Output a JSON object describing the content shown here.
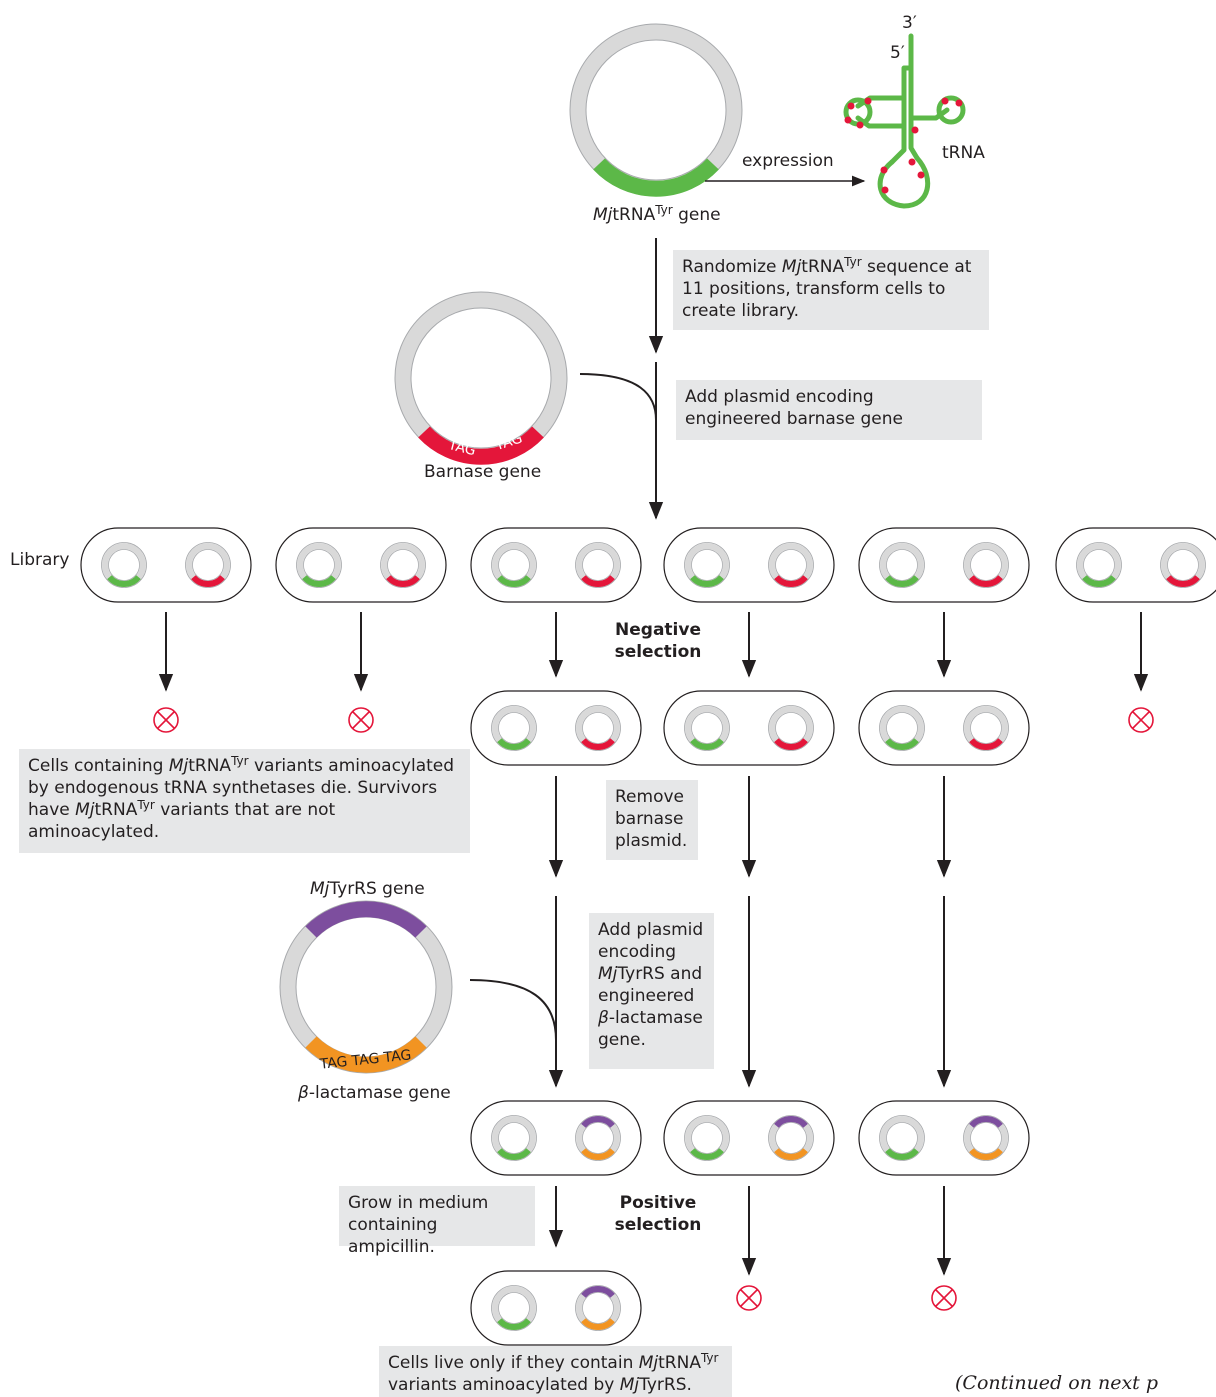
{
  "colors": {
    "trna_green": "#5cb848",
    "barnase_red": "#e4163a",
    "tyrrs_purple": "#7d4e9e",
    "lactamase_orange": "#f29422",
    "plasmid_gray": "#d9d9d9",
    "box_gray": "#e6e7e8",
    "death_marker": "#e4163a",
    "mutation_dot": "#e4163a"
  },
  "trna_gene": {
    "italic": "Mj",
    "text": "tRNA",
    "sup": "Tyr",
    "suffix": " gene",
    "expression": "expression",
    "trna_label": "tRNA",
    "end3": "3′",
    "end5": "5′"
  },
  "steps": {
    "randomize": "Randomize MjtRNATyr sequence at 11 positions, transform cells to create library.",
    "add_barnase": "Add plasmid encoding engineered barnase gene",
    "negative_death": "Cells containing MjtRNATyr variants aminoacylated by endogenous tRNA synthetases die. Survivors have MjtRNATyr variants that are not aminoacylated.",
    "remove": "Remove barnase plasmid.",
    "add_tyrrs": "Add plasmid encoding MjTyrRS and engineered β-lactamase gene.",
    "grow": "Grow in medium containing ampicillin.",
    "final": "Cells live only if they contain MjtRNATyr variants aminoacylated by MjTyrRS."
  },
  "barnase": {
    "label": "Barnase gene",
    "codon1": "TAG",
    "codon2": "TAG"
  },
  "tyrrs": {
    "label_italic": "Mj",
    "label_rest": "TyrRS gene"
  },
  "lactamase": {
    "label_italic": "β",
    "label_rest": "-lactamase gene",
    "codons": "TAG TAG TAG"
  },
  "library_label": "Library",
  "negative_selection": "Negative selection",
  "positive_selection": "Positive selection",
  "continued": "(Continued on next p"
}
